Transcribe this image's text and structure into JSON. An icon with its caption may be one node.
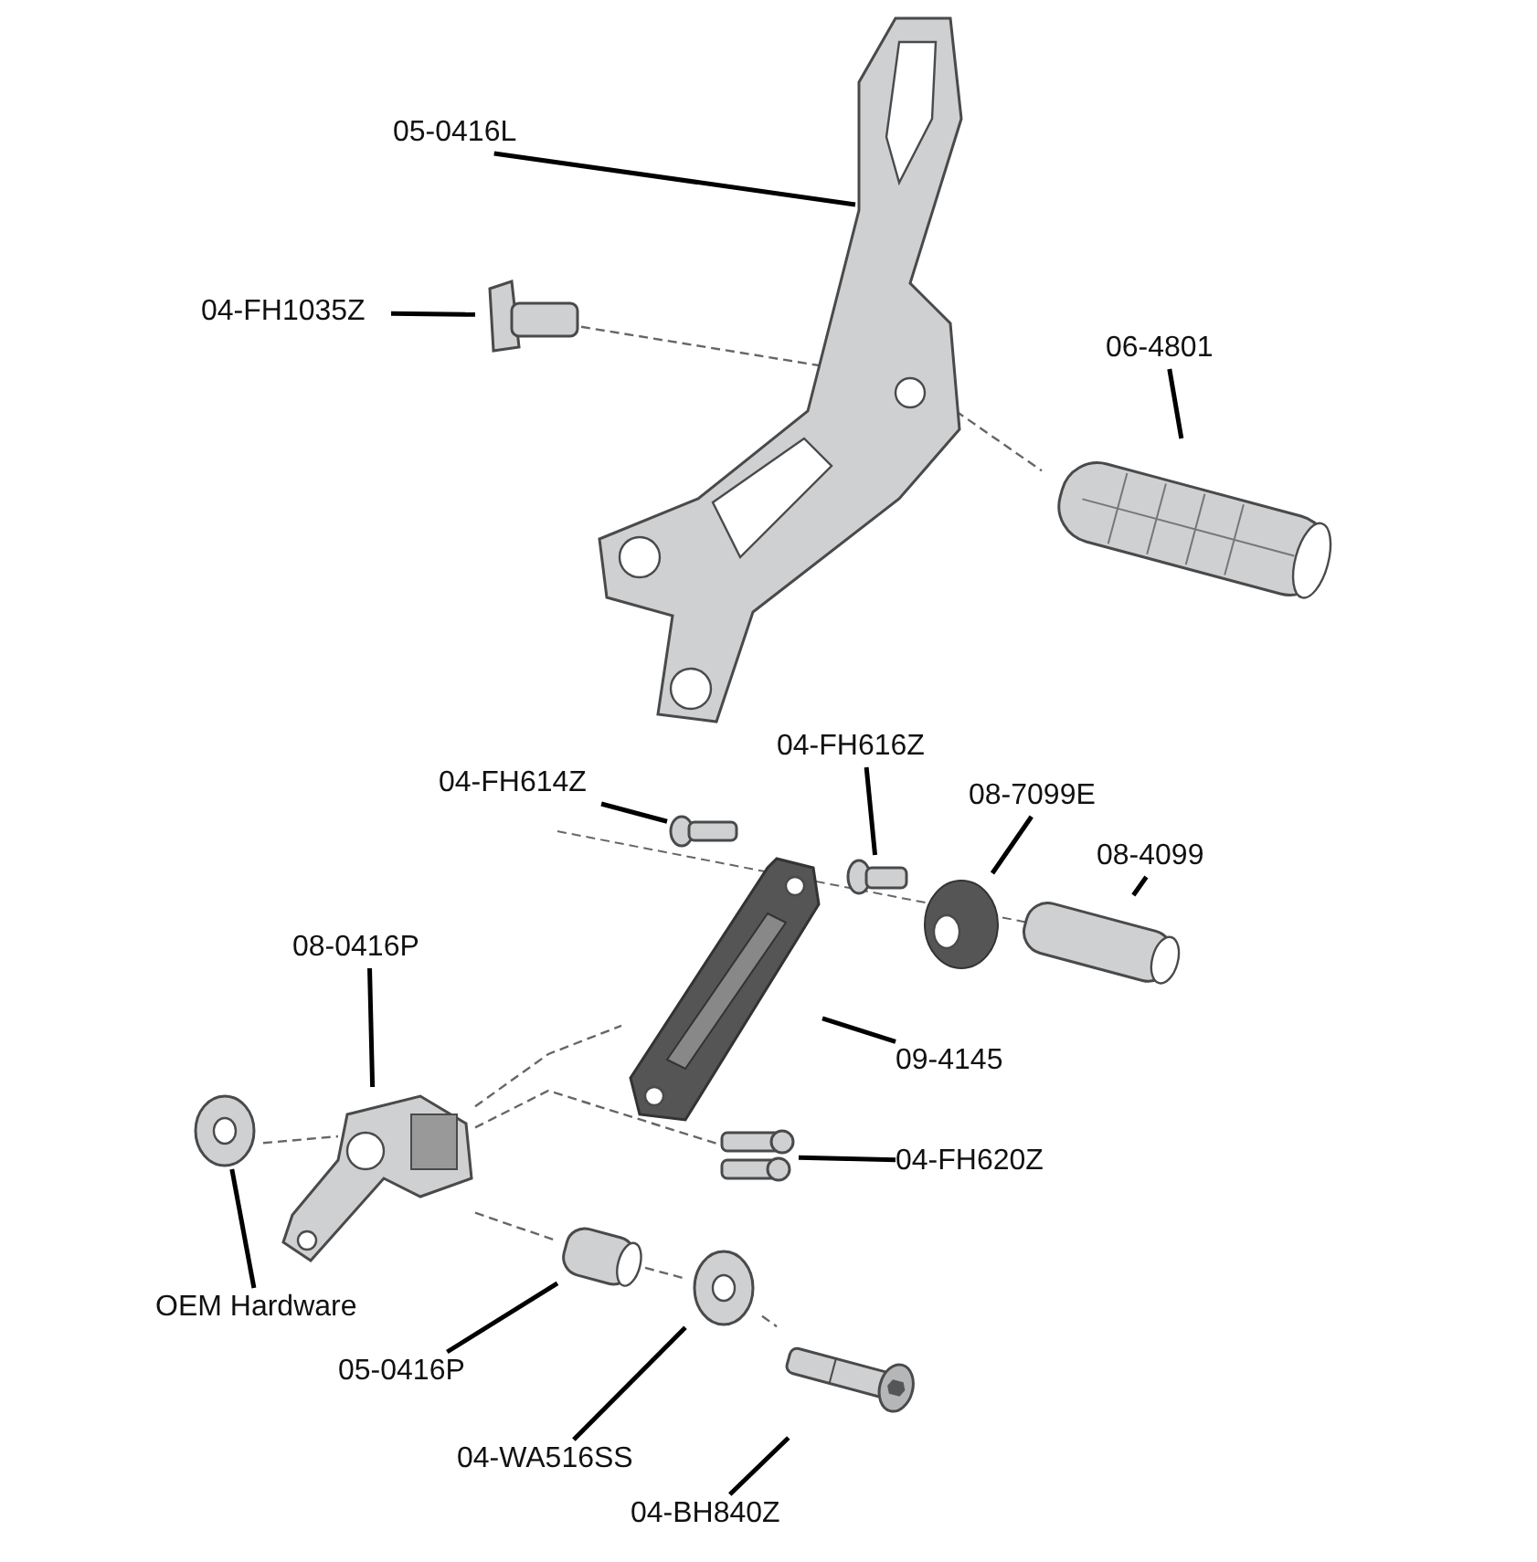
{
  "diagram": {
    "nodes": [
      {
        "text": [
          "05-0416L"
        ]
      },
      {
        "text": [],
        "shape": "picture"
      },
      {
        "text": [
          "04-FH1035Z"
        ]
      },
      {
        "text": [],
        "shape": "picture"
      },
      {
        "text": [
          "06-4801"
        ]
      },
      {
        "text": [],
        "shape": "picture"
      },
      {
        "text": [
          "04-FH614Z"
        ]
      },
      {
        "text": [],
        "shape": "picture"
      },
      {
        "text": [
          "04-FH616Z"
        ]
      },
      {
        "text": [],
        "shape": "picture"
      },
      {
        "text": [
          "08-7099E"
        ]
      },
      {
        "text": [],
        "shape": "picture"
      },
      {
        "text": [
          "08-4099"
        ]
      },
      {
        "text": [],
        "shape": "picture"
      },
      {
        "text": [
          "08-0416P"
        ]
      },
      {
        "text": [],
        "shape": "picture"
      },
      {
        "text": [
          "09-4145"
        ]
      },
      {
        "text": [],
        "shape": "picture"
      },
      {
        "text": [
          "04-FH620Z"
        ]
      },
      {
        "text": [],
        "shape": "picture"
      },
      {
        "text": [
          "OEM Hardware"
        ]
      },
      {
        "text": [],
        "shape": "picture"
      },
      {
        "text": [
          "05-0416P"
        ]
      },
      {
        "text": [],
        "shape": "picture"
      },
      {
        "text": [
          "04-WA516SS"
        ]
      },
      {
        "text": [],
        "shape": "picture"
      },
      {
        "text": [
          "04-BH840Z"
        ]
      },
      {
        "text": [],
        "shape": "picture"
      }
    ],
    "edges": [
      {
        "from": 0,
        "to": 1,
        "arrow": "none"
      },
      {
        "from": 2,
        "to": 3,
        "arrow": "none"
      },
      {
        "from": 4,
        "to": 5,
        "arrow": "none"
      },
      {
        "from": 6,
        "to": 7,
        "arrow": "none"
      },
      {
        "from": 8,
        "to": 9,
        "arrow": "none"
      },
      {
        "from": 10,
        "to": 11,
        "arrow": "none"
      },
      {
        "from": 12,
        "to": 13,
        "arrow": "none"
      },
      {
        "from": 14,
        "to": 15,
        "arrow": "none"
      },
      {
        "from": 16,
        "to": 17,
        "arrow": "none"
      },
      {
        "from": 18,
        "to": 19,
        "arrow": "none"
      },
      {
        "from": 20,
        "to": 21,
        "arrow": "none"
      },
      {
        "from": 22,
        "to": 23,
        "arrow": "none"
      },
      {
        "from": 24,
        "to": 25,
        "arrow": "none"
      },
      {
        "from": 26,
        "to": 27,
        "arrow": "none"
      },
      {
        "from": 3,
        "to": 1,
        "arrow": "none",
        "style": "dashed",
        "color": "#666666"
      },
      {
        "from": 1,
        "to": 5,
        "arrow": "none",
        "style": "dashed",
        "color": "#666666"
      },
      {
        "from": 15,
        "to": 17,
        "arrow": "none",
        "style": "dashed",
        "color": "#666666"
      },
      {
        "from": 15,
        "to": 19,
        "arrow": "none",
        "style": "dashed",
        "color": "#666666"
      },
      {
        "from": 21,
        "to": 15,
        "arrow": "none",
        "style": "dashed",
        "color": "#666666"
      },
      {
        "from": 15,
        "to": 23,
        "arrow": "none",
        "style": "dashed",
        "color": "#666666"
      },
      {
        "from": 23,
        "to": 25,
        "arrow": "none",
        "style": "dashed",
        "color": "#666666"
      },
      {
        "from": 25,
        "to": 27,
        "arrow": "none",
        "style": "dashed",
        "color": "#666666"
      }
    ]
  }
}
